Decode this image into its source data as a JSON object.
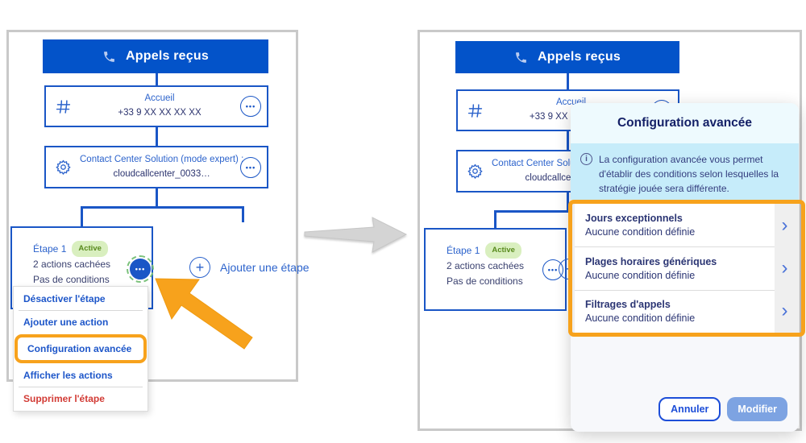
{
  "colors": {
    "primary_blue": "#0353c9",
    "line_blue": "#1a56c6",
    "link_blue": "#2c63cc",
    "navy_text": "#2b336e",
    "menu_blue": "#1d56c9",
    "danger_red": "#d23b35",
    "badge_green_bg": "#d9efbf",
    "badge_green_text": "#588a1d",
    "annotation_orange": "#f7a21c",
    "panel_border_gray": "#c9c9c9",
    "modal_header_bg": "#eefafe",
    "modal_info_bg": "#c6ecfa",
    "modifier_button_bg": "#7da3e2"
  },
  "flow": {
    "header_title": "Appels reçus",
    "accueil": {
      "title": "Accueil",
      "subtitle": "+33 9 XX XX XX XX"
    },
    "contact": {
      "title": "Contact Center Solution (mode expert) :",
      "subtitle": "cloudcallcenter_0033…"
    },
    "step": {
      "title": "Étape 1",
      "badge": "Active",
      "line1": "2 actions cachées",
      "line2": "Pas de conditions"
    },
    "add_step_label": "Ajouter une étape",
    "ellipsis": "•••",
    "plus": "+"
  },
  "context_menu": {
    "items": [
      {
        "label": "Désactiver l'étape"
      },
      {
        "label": "Ajouter une action"
      },
      {
        "label": "Configuration avancée"
      },
      {
        "label": "Afficher les actions"
      },
      {
        "label": "Supprimer l'étape"
      }
    ]
  },
  "modal": {
    "title": "Configuration avancée",
    "info_icon": "i",
    "info_text": "La configuration avancée vous permet d'établir des conditions selon lesquelles la stratégie jouée sera différente.",
    "rows": [
      {
        "title": "Jours exceptionnels",
        "subtitle": "Aucune condition définie",
        "chevron": "›"
      },
      {
        "title": "Plages horaires génériques",
        "subtitle": "Aucune condition définie",
        "chevron": "›"
      },
      {
        "title": "Filtrages d'appels",
        "subtitle": "Aucune condition définie",
        "chevron": "›"
      }
    ],
    "cancel_label": "Annuler",
    "submit_label": "Modifier"
  }
}
